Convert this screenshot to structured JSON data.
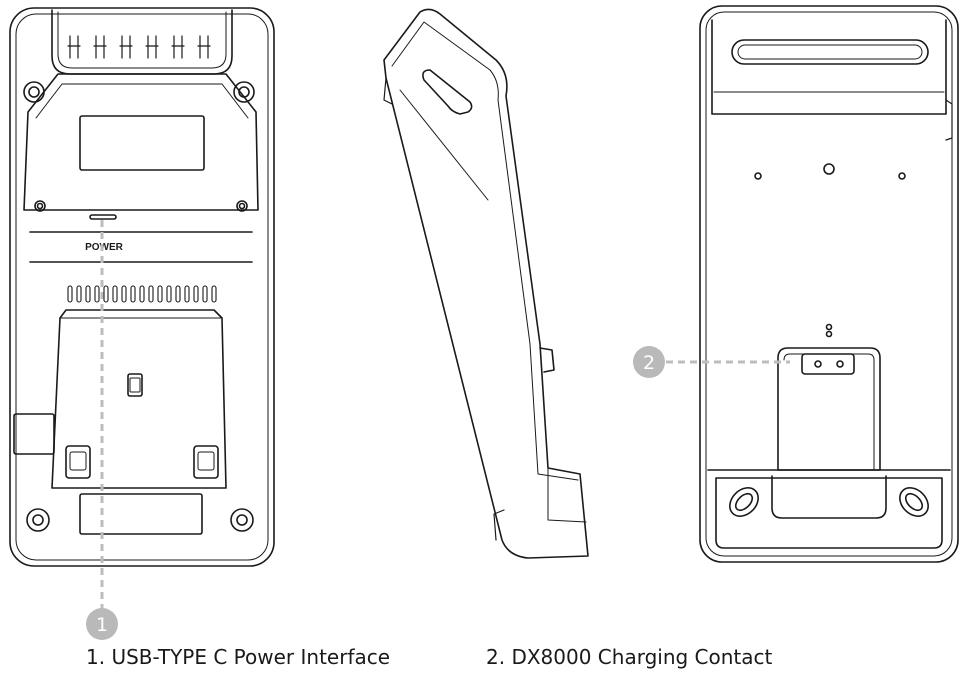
{
  "labels": {
    "power": "POWER",
    "callout_1": "1",
    "callout_2": "2"
  },
  "captions": [
    "1. USB-TYPE C Power Interface",
    "2. DX8000 Charging Contact"
  ],
  "colors": {
    "line": "#1a1a1a",
    "callout_fill": "#b9b9b9",
    "callout_text": "#ffffff",
    "leader": "#bdbdbd"
  }
}
